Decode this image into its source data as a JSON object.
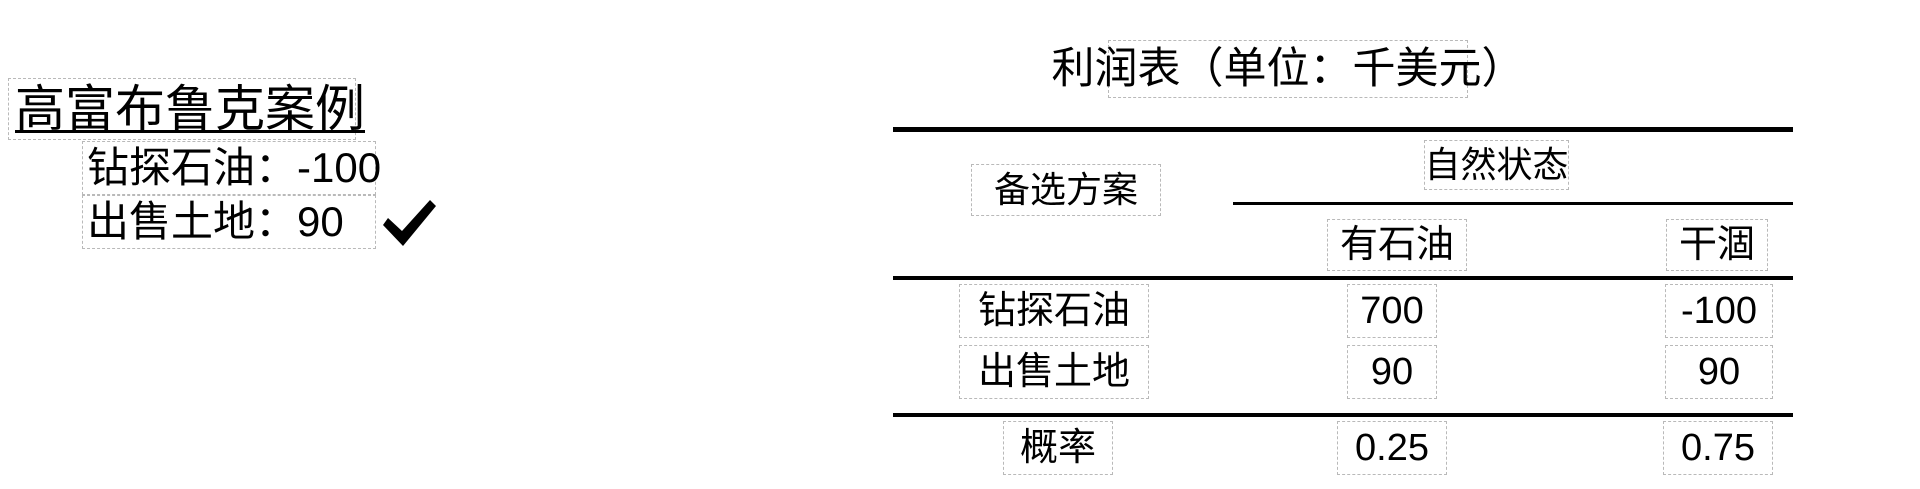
{
  "slide": {
    "background_color": "#ffffff",
    "text_color": "#000000",
    "placeholder_border_color": "#b9b9b9"
  },
  "case_panel": {
    "title": "高富布鲁克案例",
    "options": [
      {
        "label": "钻探石油：-100"
      },
      {
        "label": "出售土地：90"
      }
    ],
    "selected_marker": "✔",
    "selected_marker_icon": "check-mark-icon",
    "selected_option_index": 1
  },
  "profit_table": {
    "title": "利润表（单位：千美元）",
    "alternatives_header": "备选方案",
    "states_header": "自然状态",
    "state_columns": [
      "有石油",
      "干涸"
    ],
    "rows": [
      {
        "label": "钻探石油",
        "values": [
          "700",
          "-100"
        ]
      },
      {
        "label": "出售土地",
        "values": [
          "90",
          "90"
        ]
      }
    ],
    "probability_row": {
      "label": "概率",
      "values": [
        "0.25",
        "0.75"
      ]
    }
  }
}
